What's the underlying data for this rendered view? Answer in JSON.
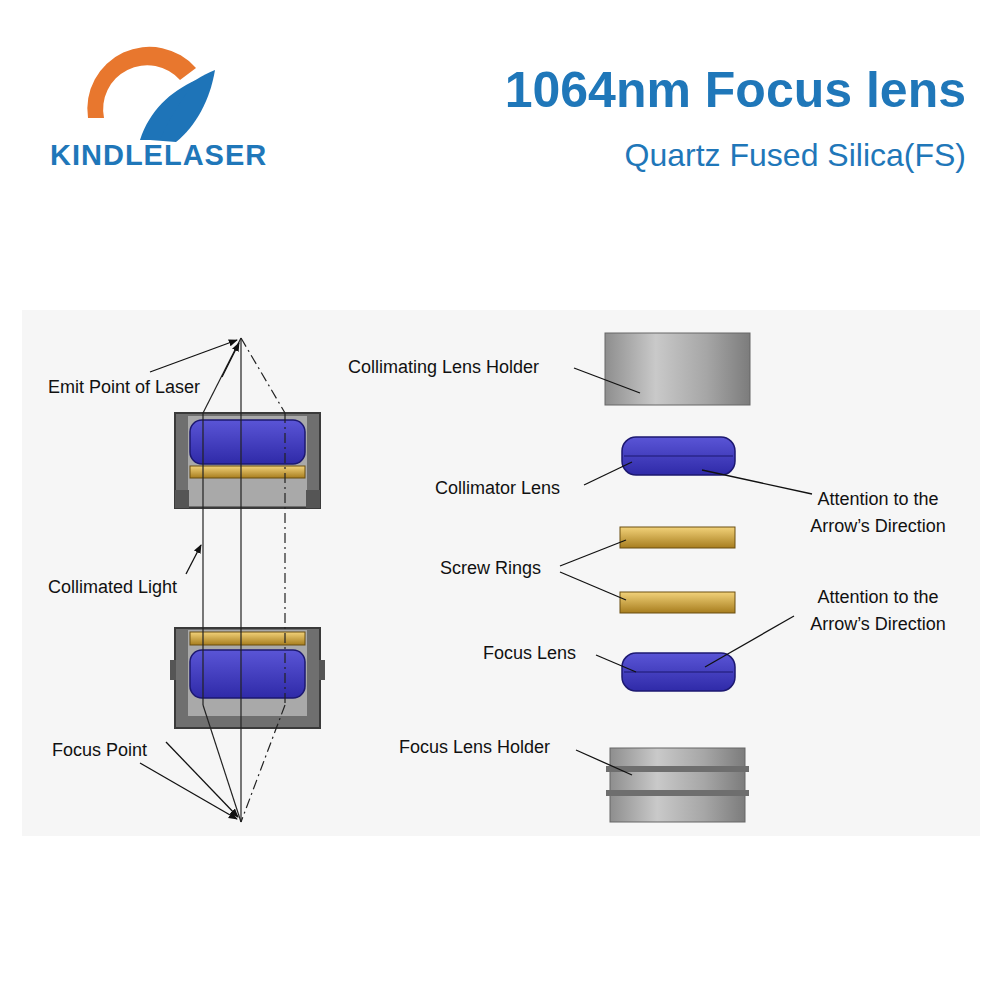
{
  "diagram": {
    "title": "1064nm Focus lens",
    "labels": [
      "KINDLELASER",
      "Quartz Fused Silica(FS)",
      "Emit Point of Laser",
      "Collimated Light",
      "Focus Point",
      "Collimating Lens Holder",
      "Collimator Lens",
      "Attention to the Arrow’s Direction",
      "Screw Rings",
      "Attention to the Arrow’s Direction",
      "Focus Lens",
      "Focus Lens Holder"
    ]
  }
}
